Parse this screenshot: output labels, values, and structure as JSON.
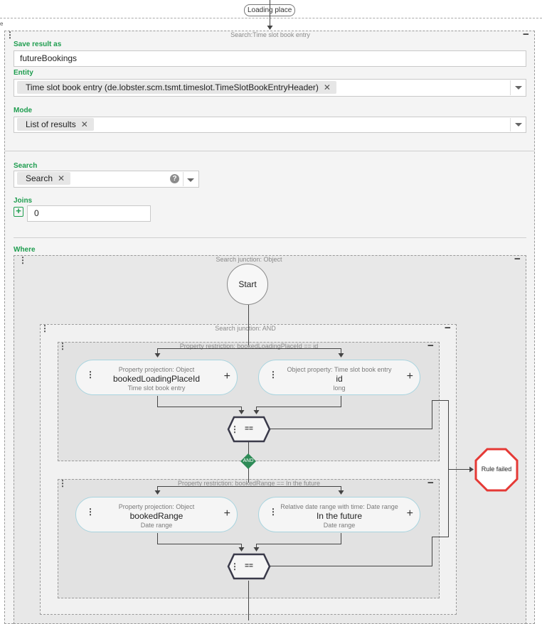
{
  "top_node": {
    "label": "Loading place"
  },
  "outer": {
    "title": "Search:Time slot book entry"
  },
  "save_result": {
    "label": "Save result as",
    "value": "futureBookings"
  },
  "entity": {
    "label": "Entity",
    "chip": "Time slot book entry (de.lobster.scm.tsmt.timeslot.TimeSlotBookEntryHeader)"
  },
  "mode": {
    "label": "Mode",
    "chip": "List of results"
  },
  "search": {
    "label": "Search",
    "chip": "Search",
    "help": "?"
  },
  "joins": {
    "label": "Joins",
    "value": "0"
  },
  "where": {
    "label": "Where"
  },
  "junction_object": {
    "title": "Search junction: Object",
    "start": "Start"
  },
  "junction_and": {
    "title": "Search junction: AND",
    "and_label": "AND"
  },
  "restriction1": {
    "title": "Property restriction: bookedLoadingPlaceId == id",
    "left": {
      "type": "Property projection: Object",
      "name": "bookedLoadingPlaceId",
      "sub": "Time slot book entry"
    },
    "right": {
      "type": "Object property: Time slot book entry",
      "name": "id",
      "sub": "long"
    },
    "operator": "=="
  },
  "restriction2": {
    "title": "Property restriction: bookedRange == In the future",
    "left": {
      "type": "Property projection: Object",
      "name": "bookedRange",
      "sub": "Date range"
    },
    "right": {
      "type": "Relative date range with time: Date range",
      "name": "In the future",
      "sub": "Date range"
    },
    "operator": "=="
  },
  "rule_failed": {
    "label": "Rule failed"
  },
  "colors": {
    "accent": "#1e9d4f",
    "stop": "#e53935",
    "node_border": "#a8d4df"
  }
}
